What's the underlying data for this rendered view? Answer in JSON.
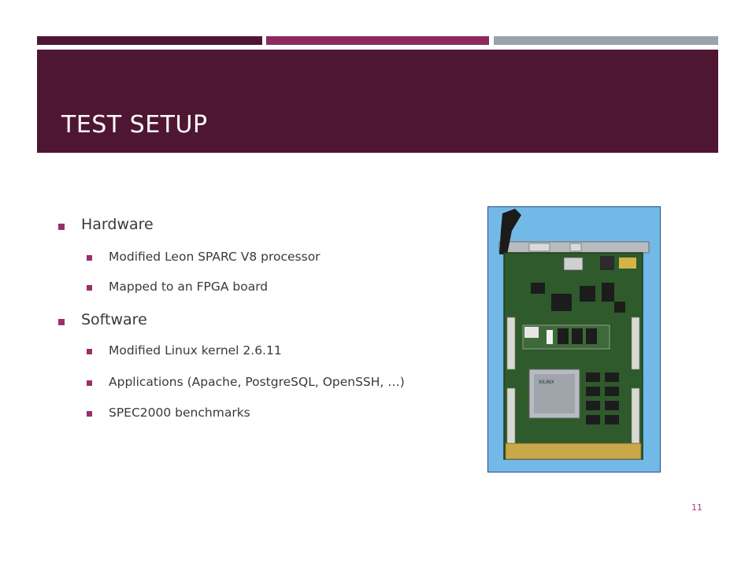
{
  "colors": {
    "accent_dark": "#4f1633",
    "accent_magenta": "#8e2a5e",
    "accent_gray": "#9aa3ab",
    "title_band": "#4f1633",
    "bullet_marker": "#9b2f6a",
    "photo_background": "#73b9e8"
  },
  "slide": {
    "title": "TEST SETUP",
    "page_number": "11"
  },
  "bullets": [
    {
      "label": "Hardware",
      "children": [
        {
          "label": "Modified Leon SPARC V8 processor"
        },
        {
          "label": "Mapped to an FPGA board"
        }
      ]
    },
    {
      "label": "Software",
      "children": [
        {
          "label": "Modified Linux kernel 2.6.11"
        },
        {
          "label": "Applications (Apache, PostgreSQL, OpenSSH, …)"
        },
        {
          "label": "SPEC2000 benchmarks"
        }
      ]
    }
  ],
  "image": {
    "icon": "fpga-board-photo-icon"
  }
}
